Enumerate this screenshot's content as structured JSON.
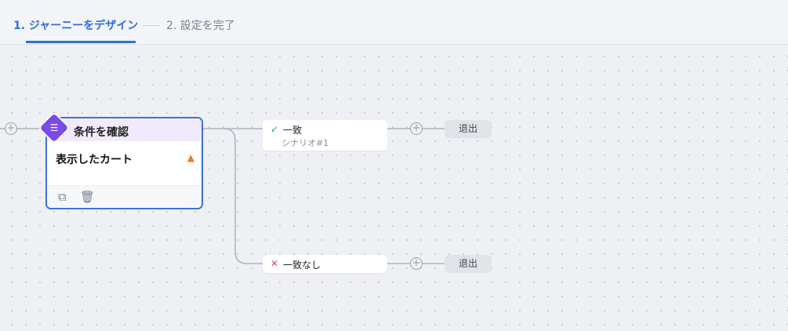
{
  "steps": {
    "step1": "1. ジャーニーをデザイン",
    "step2": "2. 設定を完了"
  },
  "node": {
    "title": "条件を確認",
    "body": "表示したカート",
    "warning_icon": "warning-triangle-icon",
    "footer_icons": [
      "copy-icon",
      "trash-icon"
    ]
  },
  "branches": [
    {
      "label": "一致",
      "sub": "シナリオ#1",
      "icon": "check-icon",
      "color": "#1f9d6b"
    },
    {
      "label": "一致なし",
      "icon": "x-icon",
      "color": "#e0457b"
    }
  ],
  "exits": [
    "退出",
    "退出"
  ],
  "colors": {
    "accent": "#2f6fdb",
    "node_border": "#3a73d8",
    "node_header": "#f1eafc",
    "diamond": "#7b4ae8",
    "warning": "#f07a1a"
  }
}
